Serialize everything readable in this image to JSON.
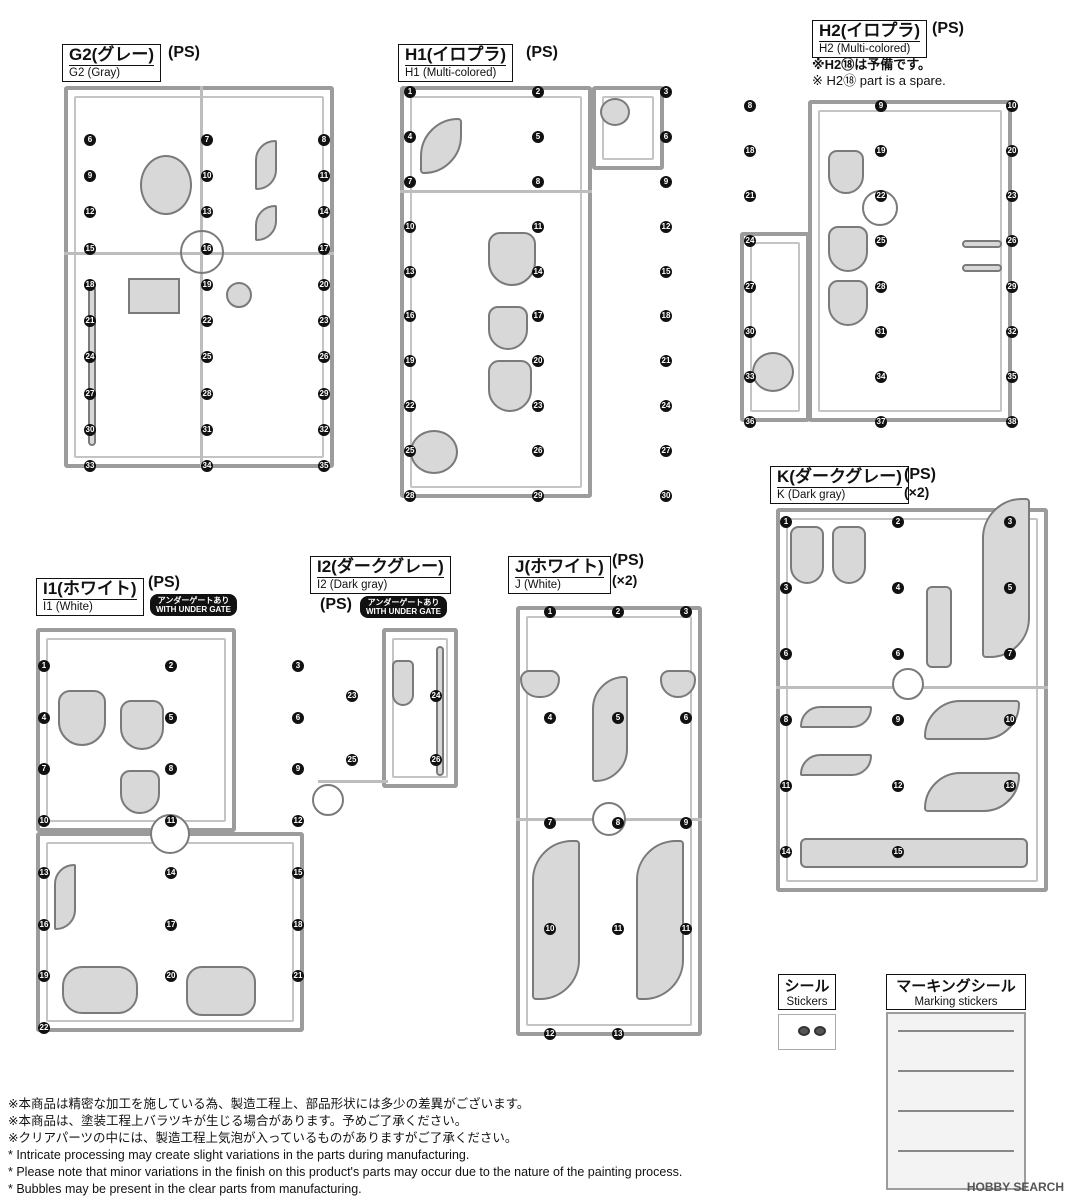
{
  "runners": {
    "g2": {
      "ja": "G2(グレー)",
      "en": "G2 (Gray)",
      "ps": "(PS)"
    },
    "h1": {
      "ja": "H1(イロプラ)",
      "en": "H1 (Multi-colored)",
      "ps": "(PS)"
    },
    "h2": {
      "ja": "H2(イロプラ)",
      "en": "H2 (Multi-colored)",
      "ps": "(PS)",
      "spare_ja": "※H2⑱は予備です。",
      "spare_en": "※ H2⑱ part is a spare."
    },
    "k": {
      "ja": "K(ダークグレー)",
      "en": "K (Dark gray)",
      "ps": "(PS)",
      "qty": "(×2)"
    },
    "i1": {
      "ja": "I1(ホワイト)",
      "en": "I1 (White)",
      "ps": "(PS)"
    },
    "i2": {
      "ja": "I2(ダークグレー)",
      "en": "I2 (Dark gray)",
      "ps": "(PS)"
    },
    "j": {
      "ja": "J(ホワイト)",
      "en": "J (White)",
      "ps": "(PS)",
      "qty": "(×2)"
    }
  },
  "gate_badge": {
    "ja": "アンダーゲートあり",
    "en": "WITH UNDER GATE"
  },
  "stickers": {
    "ja": "シール",
    "en": "Stickers"
  },
  "marking": {
    "ja": "マーキングシール",
    "en": "Marking stickers"
  },
  "notes": [
    "※本商品は精密な加工を施している為、製造工程上、部品形状には多少の差異がございます。",
    "※本商品は、塗装工程上バラツキが生じる場合があります。予めご了承ください。",
    "※クリアパーツの中には、製造工程上気泡が入っているものがありますがご了承ください。",
    "* Intricate processing may create slight variations in the parts during manufacturing.",
    "* Please note that minor variations in the finish on this product's parts may occur due to the nature of the painting process.",
    "* Bubbles may be present in the clear parts from manufacturing."
  ],
  "watermark": "HOBBY SEARCH",
  "part_numbers": {
    "g2": [
      "6",
      "7",
      "8",
      "9",
      "10",
      "11",
      "12",
      "13",
      "14",
      "15",
      "16",
      "17",
      "18",
      "19",
      "20",
      "21",
      "22",
      "23",
      "24",
      "25",
      "26",
      "27",
      "28",
      "29",
      "30",
      "31",
      "32",
      "33",
      "34",
      "35"
    ],
    "h1": [
      "1",
      "2",
      "3",
      "4",
      "5",
      "6",
      "7",
      "8",
      "9",
      "10",
      "11",
      "12",
      "13",
      "14",
      "15",
      "16",
      "17",
      "18",
      "19",
      "20",
      "21",
      "22",
      "23",
      "24",
      "25",
      "26",
      "27",
      "28",
      "29",
      "30"
    ],
    "h2": [
      "8",
      "9",
      "10",
      "18",
      "19",
      "20",
      "21",
      "22",
      "23",
      "24",
      "25",
      "26",
      "27",
      "28",
      "29",
      "30",
      "31",
      "32",
      "33",
      "34",
      "35",
      "36",
      "37",
      "38"
    ],
    "k": [
      "1",
      "2",
      "3",
      "3",
      "4",
      "5",
      "6",
      "6",
      "7",
      "8",
      "9",
      "10",
      "11",
      "12",
      "13",
      "14",
      "15"
    ],
    "i1": [
      "1",
      "2",
      "3",
      "4",
      "5",
      "6",
      "7",
      "8",
      "9",
      "10",
      "11",
      "12",
      "13",
      "14",
      "15",
      "16",
      "17",
      "18",
      "19",
      "20",
      "21",
      "22"
    ],
    "i2": [
      "23",
      "24",
      "25",
      "26"
    ],
    "j": [
      "1",
      "2",
      "3",
      "4",
      "5",
      "6",
      "7",
      "8",
      "9",
      "10",
      "11",
      "11",
      "12",
      "13"
    ]
  }
}
